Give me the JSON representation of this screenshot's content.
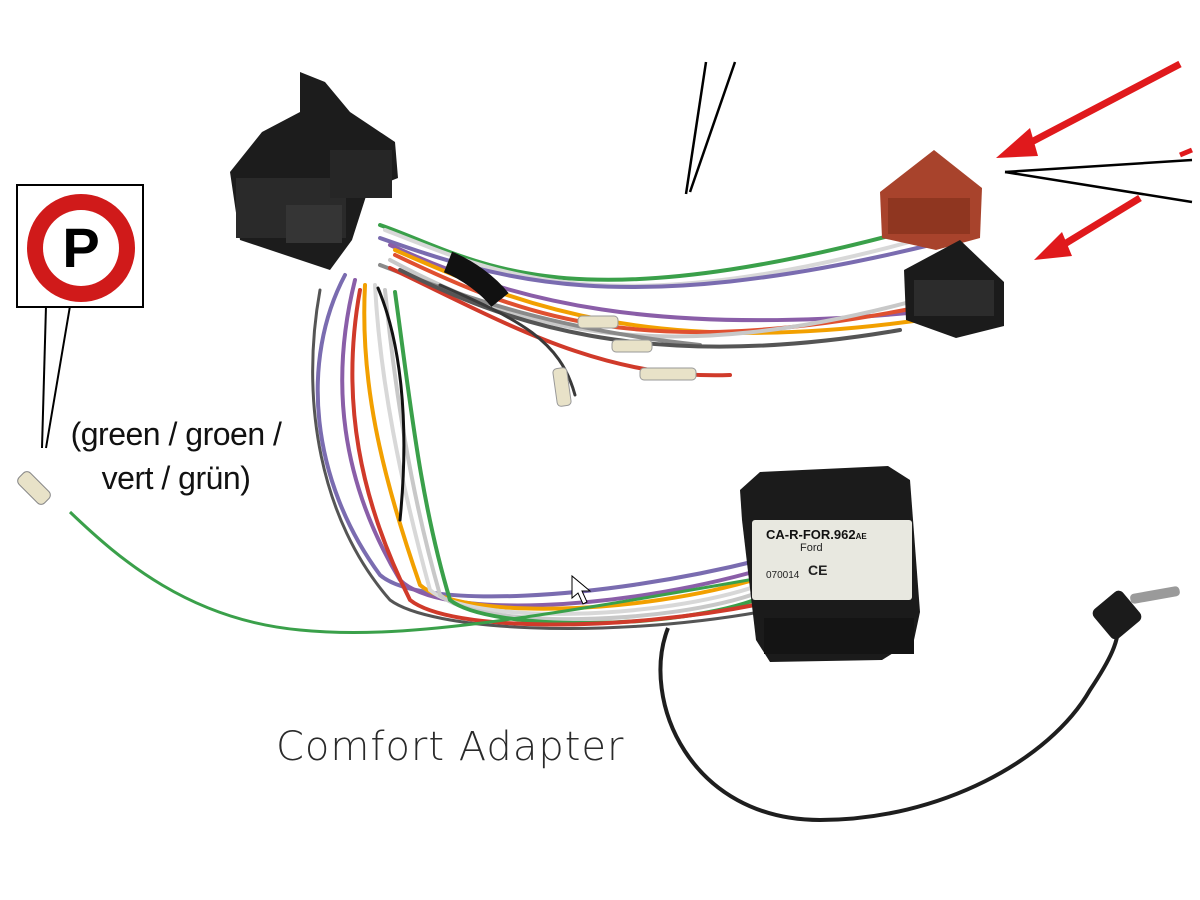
{
  "callout": {
    "line1": "(green / groen /",
    "line2": "vert / grün)",
    "sign_letter": "P",
    "sign_color": "#d01a1a"
  },
  "caption": "Comfort Adapter",
  "module": {
    "model": "CA-R-FOR.962",
    "model_suffix": "AE",
    "brand": "Ford",
    "code": "070014",
    "ce_mark": "CE"
  },
  "colors": {
    "arrow": "#e0191c",
    "wire_green": "#3aa04a",
    "connector_red": "#a8432c",
    "connector_black": "#1b1b1b"
  }
}
